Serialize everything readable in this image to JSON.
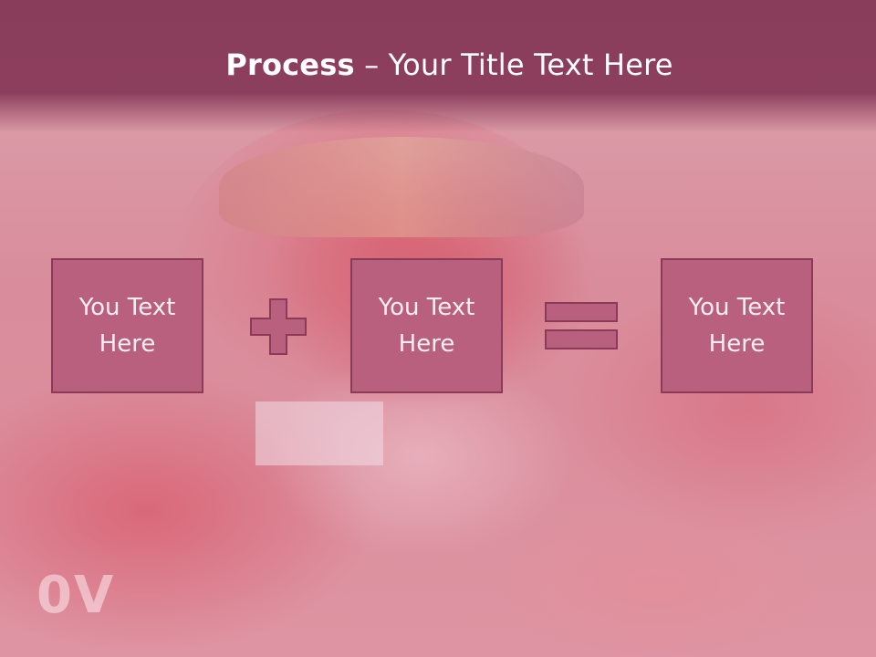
{
  "slide": {
    "title": {
      "bold": "Process",
      "separator": " – ",
      "rest": "Your Title Text Here"
    },
    "boxes": [
      {
        "text": "You Text\nHere"
      },
      {
        "text": "You Text\nHere"
      },
      {
        "text": "You Text\nHere"
      }
    ],
    "operators": [
      "plus-icon",
      "equals-icon"
    ],
    "background_text": "0V",
    "colors": {
      "header": "#8a3d5a",
      "box_fill": "#b9607f",
      "box_border": "#8b3b58",
      "text": "#ffffff"
    }
  }
}
